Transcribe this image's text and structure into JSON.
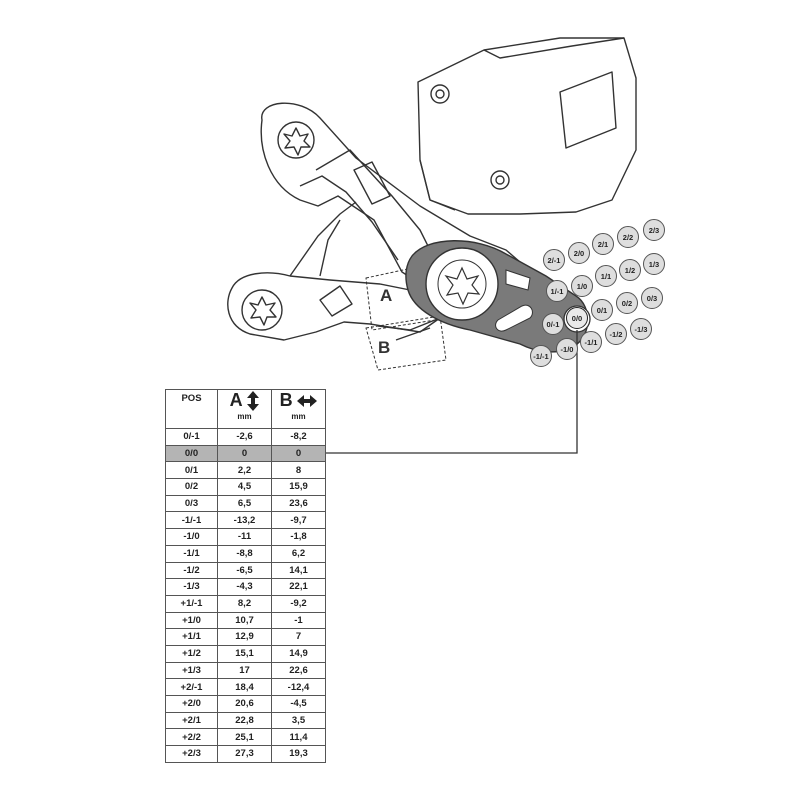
{
  "table": {
    "headers": {
      "pos": "POS",
      "a": "A",
      "b": "B",
      "unit_a": "mm",
      "unit_b": "mm"
    },
    "highlight_index": 1,
    "rows": [
      {
        "pos": "0/-1",
        "a": "-2,6",
        "b": "-8,2"
      },
      {
        "pos": "0/0",
        "a": "0",
        "b": "0"
      },
      {
        "pos": "0/1",
        "a": "2,2",
        "b": "8"
      },
      {
        "pos": "0/2",
        "a": "4,5",
        "b": "15,9"
      },
      {
        "pos": "0/3",
        "a": "6,5",
        "b": "23,6"
      },
      {
        "pos": "-1/-1",
        "a": "-13,2",
        "b": "-9,7"
      },
      {
        "pos": "-1/0",
        "a": "-11",
        "b": "-1,8"
      },
      {
        "pos": "-1/1",
        "a": "-8,8",
        "b": "6,2"
      },
      {
        "pos": "-1/2",
        "a": "-6,5",
        "b": "14,1"
      },
      {
        "pos": "-1/3",
        "a": "-4,3",
        "b": "22,1"
      },
      {
        "pos": "+1/-1",
        "a": "8,2",
        "b": "-9,2"
      },
      {
        "pos": "+1/0",
        "a": "10,7",
        "b": "-1"
      },
      {
        "pos": "+1/1",
        "a": "12,9",
        "b": "7"
      },
      {
        "pos": "+1/2",
        "a": "15,1",
        "b": "14,9"
      },
      {
        "pos": "+1/3",
        "a": "17",
        "b": "22,6"
      },
      {
        "pos": "+2/-1",
        "a": "18,4",
        "b": "-12,4"
      },
      {
        "pos": "+2/0",
        "a": "20,6",
        "b": "-4,5"
      },
      {
        "pos": "+2/1",
        "a": "22,8",
        "b": "3,5"
      },
      {
        "pos": "+2/2",
        "a": "25,1",
        "b": "11,4"
      },
      {
        "pos": "+2/3",
        "a": "27,3",
        "b": "19,3"
      }
    ]
  },
  "diagram": {
    "zone_a": "A",
    "zone_b": "B",
    "selected_position": "0/0",
    "positions": [
      "2/3",
      "2/2",
      "2/1",
      "2/0",
      "2/-1",
      "1/3",
      "1/2",
      "1/1",
      "1/0",
      "1/-1",
      "0/3",
      "0/2",
      "0/1",
      "0/0",
      "0/-1",
      "-1/3",
      "-1/2",
      "-1/1",
      "-1/0",
      "-1/-1"
    ]
  },
  "colors": {
    "highlight_row": "#b4b4b4",
    "bubble_fill": "#dedede",
    "arm_fill": "#7a7a7a",
    "line": "#333333"
  }
}
